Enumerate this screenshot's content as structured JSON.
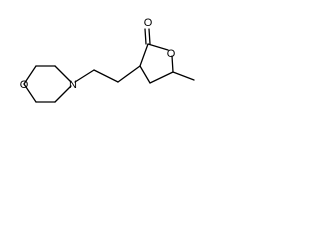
{
  "molecule": {
    "atoms": {
      "morpholine_oxygen": "O",
      "morpholine_nitrogen": "N",
      "ring_oxygen": "O",
      "carbonyl_oxygen": "O"
    }
  }
}
